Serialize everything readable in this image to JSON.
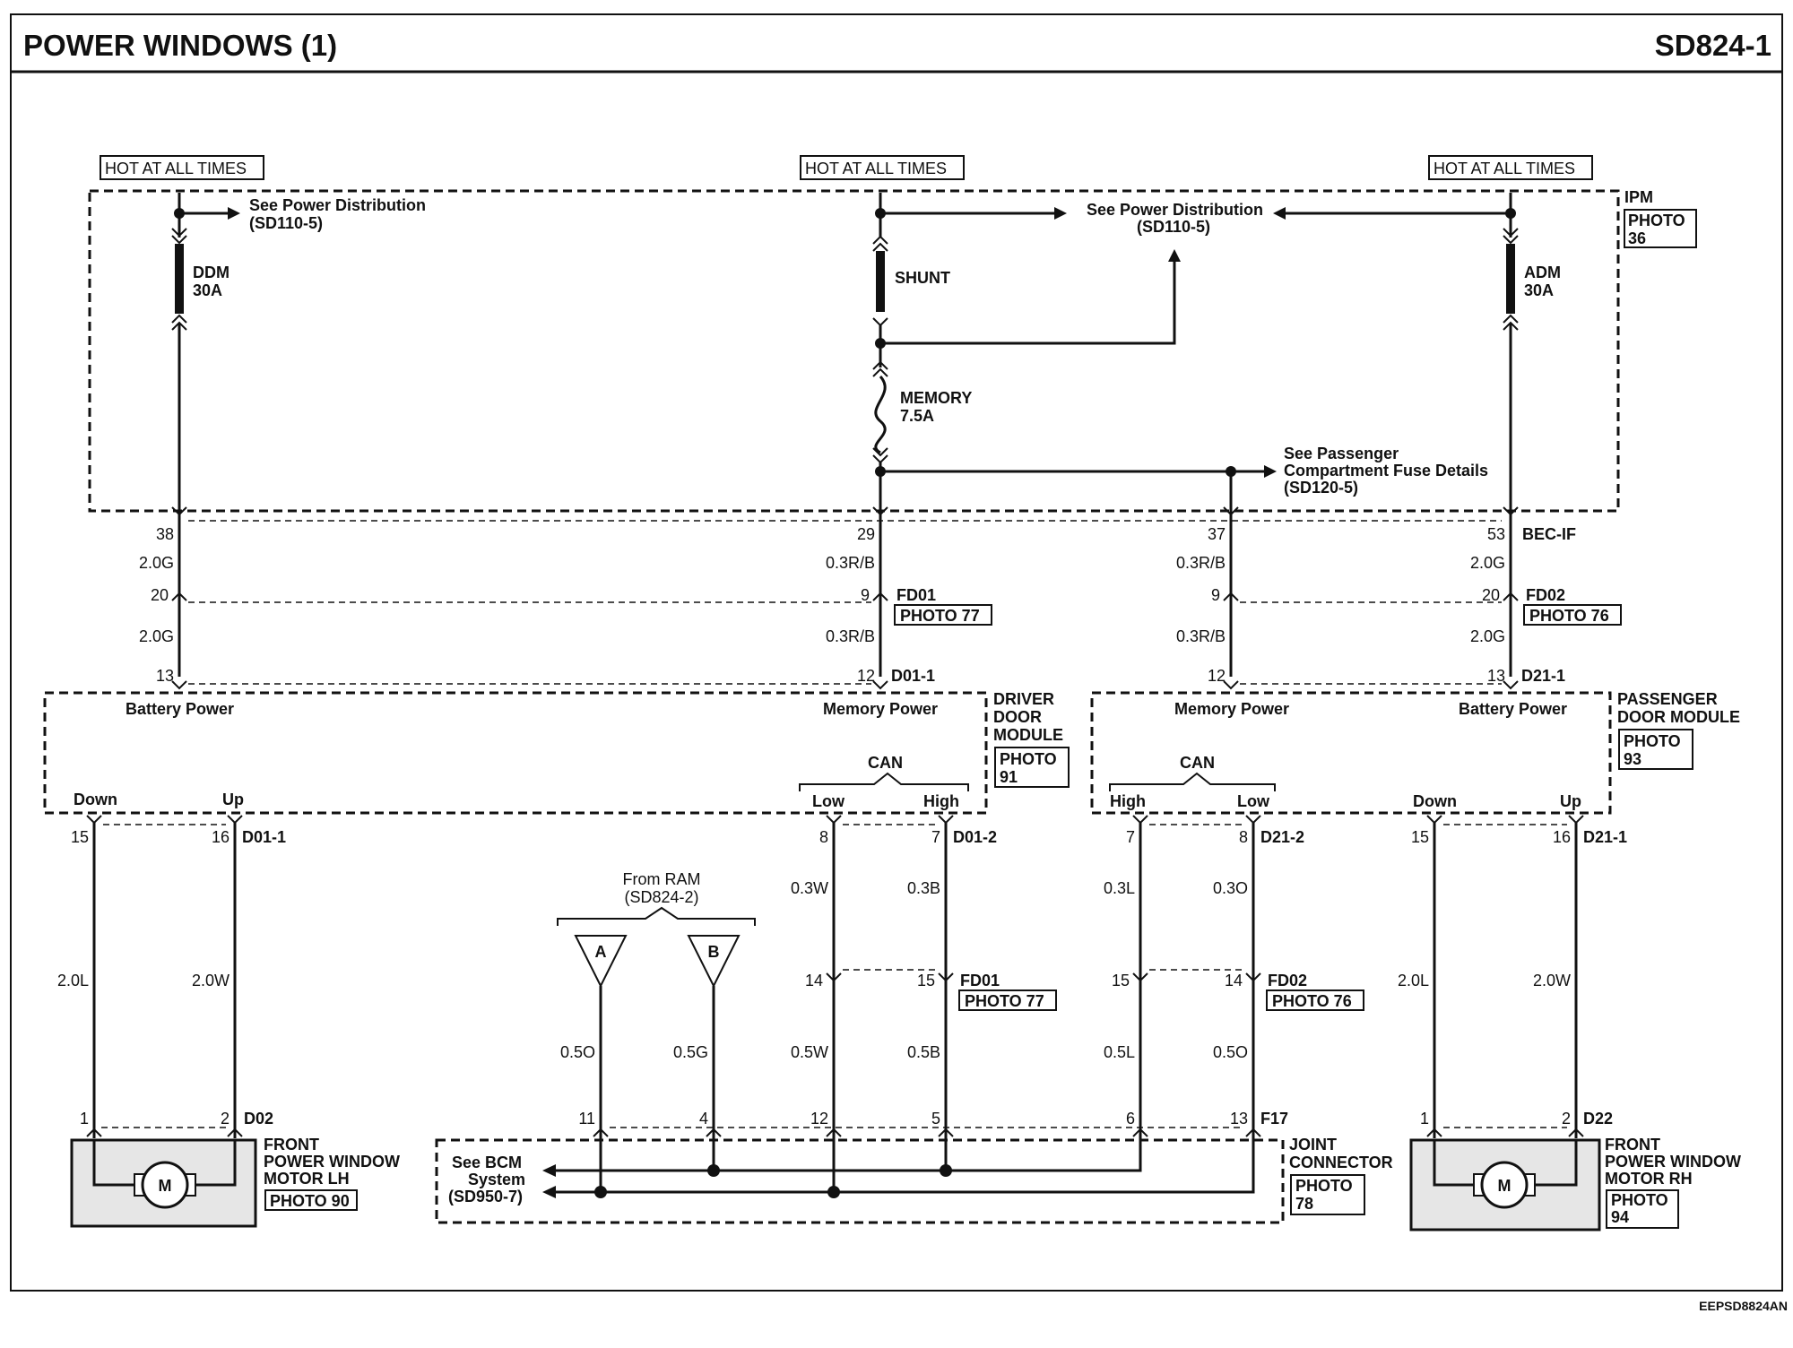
{
  "header": {
    "title": "POWER WINDOWS (1)",
    "code": "SD824-1"
  },
  "footer": {
    "code": "EEPSD8824AN"
  },
  "hot": {
    "label": "HOT AT ALL TIMES"
  },
  "ipm": {
    "label": "IPM",
    "photo": "PHOTO",
    "photo_num": "36"
  },
  "notes": {
    "see_pd_1": "See Power Distribution",
    "see_pd_1b": "(SD110-5)",
    "see_pd_2": "See Power Distribution",
    "see_pd_2b": "(SD110-5)",
    "see_pass_1": "See Passenger",
    "see_pass_2": "Compartment Fuse Details",
    "see_pass_3": "(SD120-5)"
  },
  "fuses": {
    "ddm_1": "DDM",
    "ddm_2": "30A",
    "shunt": "SHUNT",
    "mem_1": "MEMORY",
    "mem_2": "7.5A",
    "adm_1": "ADM",
    "adm_2": "30A"
  },
  "pins": {
    "p38": "38",
    "p29": "29",
    "p37": "37",
    "p53": "53",
    "bec": "BEC-IF",
    "p20a": "20",
    "p9a": "9",
    "p9b": "9",
    "p20b": "20",
    "p13a": "13",
    "p12a": "12",
    "p12b": "12",
    "p13b": "13",
    "p15a": "15",
    "p16a": "16",
    "p8a": "8",
    "p7a": "7",
    "p7b": "7",
    "p8b": "8",
    "p15b": "15",
    "p16b": "16",
    "p14a": "14",
    "p15c": "15",
    "p15d": "15",
    "p14b": "14",
    "p1a": "1",
    "p2a": "2",
    "p11": "11",
    "p4": "4",
    "p12c": "12",
    "p5": "5",
    "p6": "6",
    "p13c": "13",
    "p1b": "1",
    "p2b": "2"
  },
  "wires": {
    "w20g_1": "2.0G",
    "w20g_2": "2.0G",
    "w20g_3": "2.0G",
    "w20g_4": "2.0G",
    "w03rb_1": "0.3R/B",
    "w03rb_2": "0.3R/B",
    "w03rb_3": "0.3R/B",
    "w03rb_4": "0.3R/B",
    "w03w": "0.3W",
    "w03b": "0.3B",
    "w03l": "0.3L",
    "w03o": "0.3O",
    "w05w": "0.5W",
    "w05b": "0.5B",
    "w05l": "0.5L",
    "w05o_r": "0.5O",
    "w05o": "0.5O",
    "w05g": "0.5G",
    "w20l_l": "2.0L",
    "w20w_l": "2.0W",
    "w20l_r": "2.0L",
    "w20w_r": "2.0W"
  },
  "connectors": {
    "fd01": "FD01",
    "fd02": "FD02",
    "photo77": "PHOTO 77",
    "photo76": "PHOTO 76",
    "d011": "D01-1",
    "d211": "D21-1",
    "d012": "D01-2",
    "d212": "D21-2",
    "d011b": "D01-1",
    "d211b": "D21-1",
    "fd01b": "FD01",
    "fd02b": "FD02",
    "photo77b": "PHOTO 77",
    "photo76b": "PHOTO 76",
    "d02": "D02",
    "f17": "F17",
    "d22": "D22"
  },
  "driver_module": {
    "battery": "Battery Power",
    "memory": "Memory Power",
    "label_1": "DRIVER",
    "label_2": "DOOR",
    "label_3": "MODULE",
    "photo": "PHOTO",
    "photo_num": "91",
    "can": "CAN",
    "low": "Low",
    "high": "High",
    "down": "Down",
    "up": "Up"
  },
  "passenger_module": {
    "memory": "Memory Power",
    "battery": "Battery Power",
    "label_1": "PASSENGER",
    "label_2": "DOOR MODULE",
    "photo": "PHOTO",
    "photo_num": "93",
    "can": "CAN",
    "high": "High",
    "low": "Low",
    "down": "Down",
    "up": "Up"
  },
  "ram": {
    "line1": "From RAM",
    "line2": "(SD824-2)",
    "a": "A",
    "b": "B"
  },
  "motor_lh": {
    "m": "M",
    "l1": "FRONT",
    "l2": "POWER WINDOW",
    "l3": "MOTOR LH",
    "photo": "PHOTO 90"
  },
  "motor_rh": {
    "m": "M",
    "l1": "FRONT",
    "l2": "POWER WINDOW",
    "l3": "MOTOR RH",
    "photo": "PHOTO",
    "photo_num": "94"
  },
  "joint": {
    "l1": "JOINT",
    "l2": "CONNECTOR",
    "photo": "PHOTO",
    "photo_num": "78"
  },
  "bcm": {
    "l1": "See BCM",
    "l2": "System",
    "l3": "(SD950-7)"
  }
}
